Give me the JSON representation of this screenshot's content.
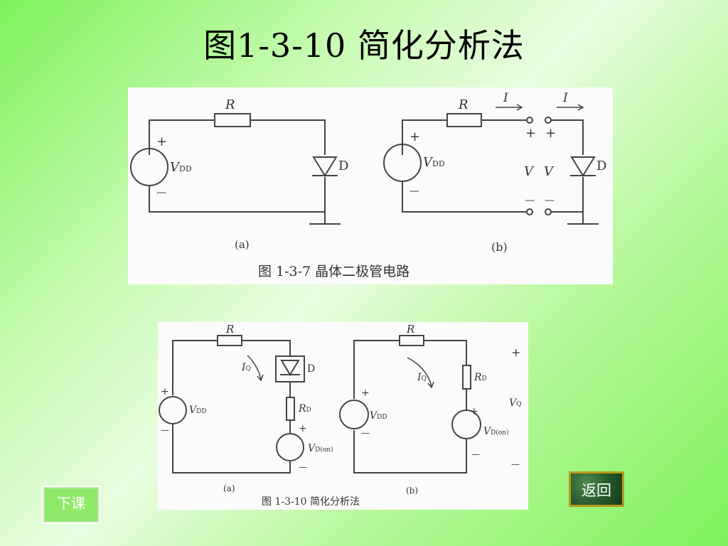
{
  "slide": {
    "title": "图1-3-10 简化分析法"
  },
  "figure_top": {
    "caption": "图 1-3-7   晶体二极管电路",
    "a": {
      "sub_label": "(a)",
      "resistor": "R",
      "source_letter": "V",
      "source_sub": "DD",
      "diode": "D",
      "plus": "+",
      "minus": "—"
    },
    "b": {
      "sub_label": "(b)",
      "resistor": "R",
      "current": "I",
      "voltage": "V",
      "source_letter": "V",
      "source_sub": "DD",
      "diode": "D",
      "plus": "+",
      "minus": "—"
    }
  },
  "figure_bottom": {
    "caption": "图 1-3-10    简化分析法",
    "a": {
      "sub_label": "(a)",
      "resistor": "R",
      "current_letter": "I",
      "current_sub": "Q",
      "diode": "D",
      "source_letter": "V",
      "source_sub": "DD",
      "rd_letter": "R",
      "rd_sub": "D",
      "von_letter": "V",
      "von_sub": "D(on)",
      "plus": "+",
      "minus": "—"
    },
    "b": {
      "sub_label": "(b)",
      "resistor": "R",
      "current_letter": "I",
      "current_sub": "Q",
      "source_letter": "V",
      "source_sub": "DD",
      "rd_letter": "R",
      "rd_sub": "D",
      "von_letter": "V",
      "von_sub": "D(on)",
      "vq_letter": "V",
      "vq_sub": "Q",
      "plus": "+",
      "minus": "—"
    }
  },
  "nav": {
    "next_class": "下课",
    "back": "返回"
  }
}
